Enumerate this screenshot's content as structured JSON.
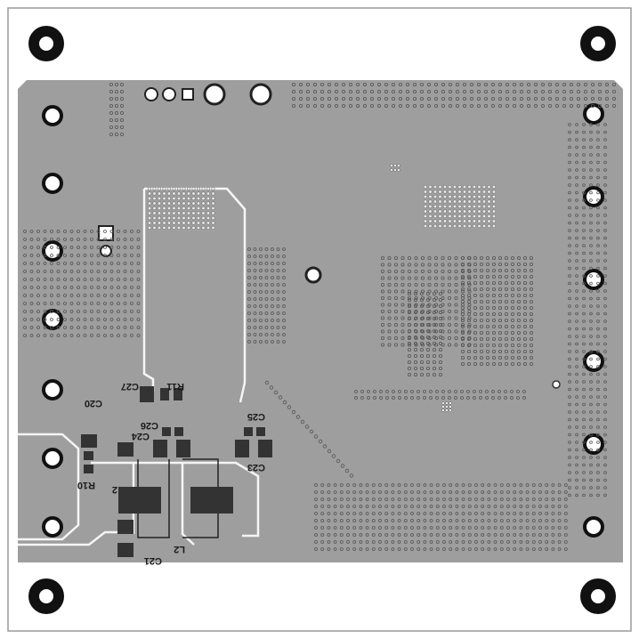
{
  "colors": {
    "background": "#ffffff",
    "board_outline": "#9a9a9a",
    "copper_pour": "#9e9e9e",
    "trace_outline": "#f5f5f5",
    "pad_dark": "#333333",
    "mount_hole_ring": "#111111",
    "via_ring": "#ffffff",
    "silkscreen": "#1a1a1a"
  },
  "layer": {
    "name": "PCB copper layer (mirrored bottom view)"
  },
  "silkscreen_labels": {
    "c27": "C27",
    "r11": "R11",
    "c20": "C20",
    "c26": "C26",
    "c24": "C24",
    "c25": "C25",
    "c23": "C23",
    "r10": "R10",
    "l1_fragment": "2",
    "l2": "L2",
    "c21": "C21"
  }
}
